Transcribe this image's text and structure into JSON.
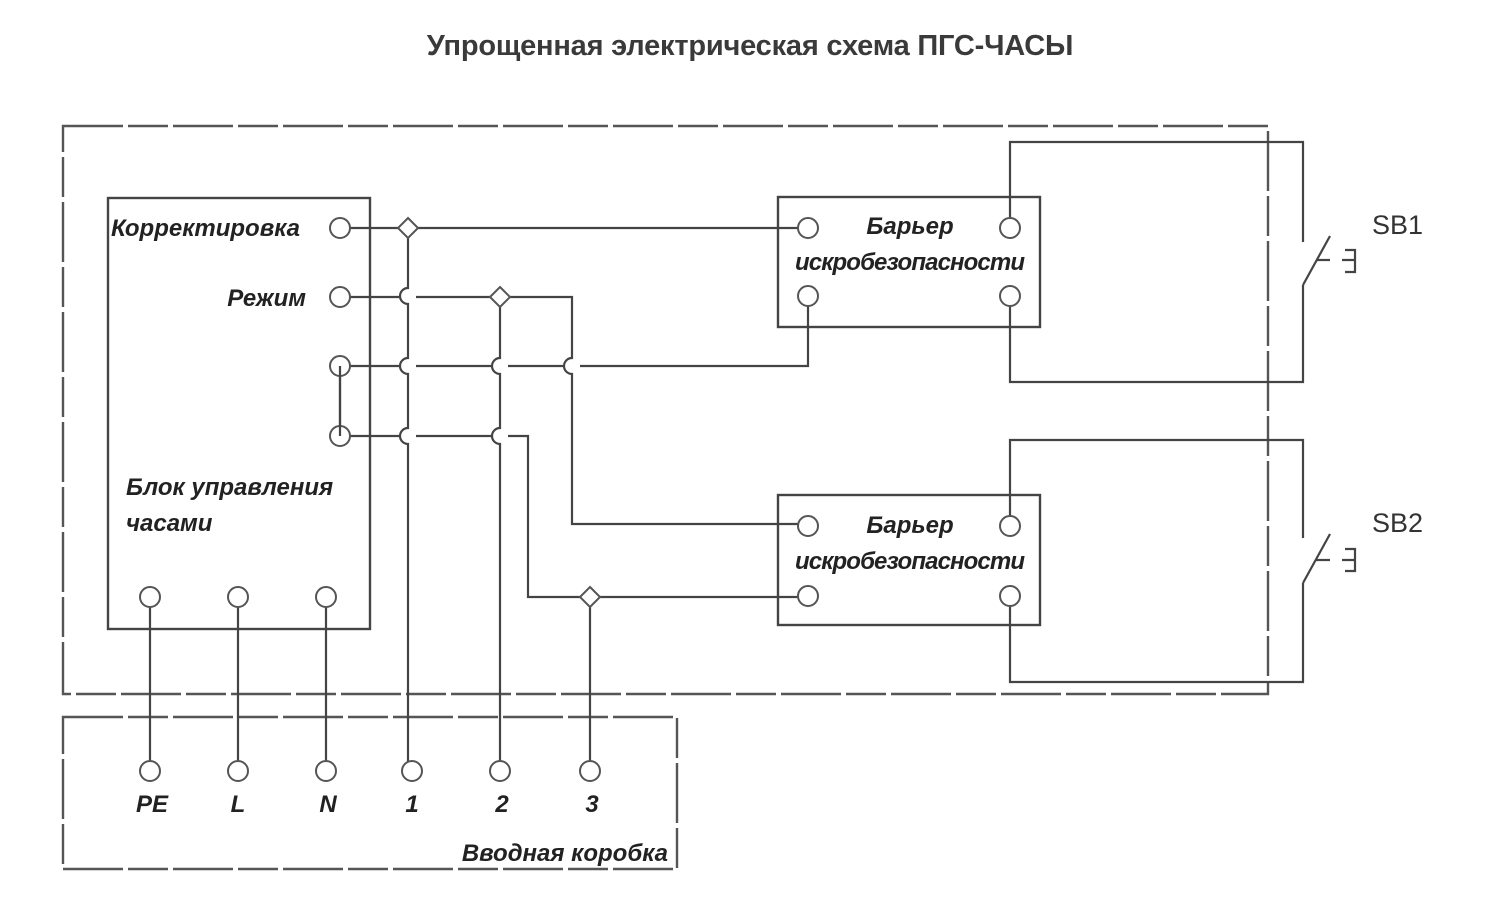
{
  "title": "Упрощенная электрическая схема ПГС-ЧАСЫ",
  "control_unit": {
    "terminal_correction": "Корректировка",
    "terminal_mode": "Режим",
    "name_line1": "Блок управления",
    "name_line2": "часами"
  },
  "barriers": [
    {
      "line1": "Барьер",
      "line2": "искробезопасности"
    },
    {
      "line1": "Барьер",
      "line2": "искробезопасности"
    }
  ],
  "switches": [
    "SB1",
    "SB2"
  ],
  "input_box": {
    "name": "Вводная коробка",
    "terminals": [
      "PE",
      "L",
      "N",
      "1",
      "2",
      "3"
    ]
  },
  "colors": {
    "line": "#444444",
    "title": "#3a3a3a"
  }
}
